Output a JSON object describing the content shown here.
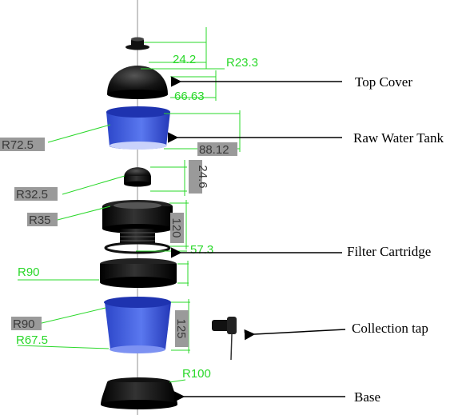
{
  "callouts": {
    "top_cover": "Top Cover",
    "raw_water_tank": "Raw Water Tank",
    "filter_cartridge": "Filter Cartridge",
    "collection_tap": "Collection tap",
    "base": "Base"
  },
  "dimensions": {
    "d_24_2": "24.2",
    "r_23_3": "R23.3",
    "d_66_63": "66.63",
    "r_72_5": "R72.5",
    "d_88_12": "88.12",
    "d_24_6": "24.6",
    "r_32_5": "R32.5",
    "r_35": "R35",
    "d_120": "120",
    "d_57_3": "57.3",
    "r_90_a": "R90",
    "r_90_b": "R90",
    "d_125": "125",
    "r_67_5": "R67.5",
    "r_100": "R100"
  },
  "colors": {
    "dimension_green": "#2ad82a",
    "tank_blue": "#3f5bd9",
    "part_black": "#111111",
    "label_box_gray": "#9a9a9a"
  }
}
